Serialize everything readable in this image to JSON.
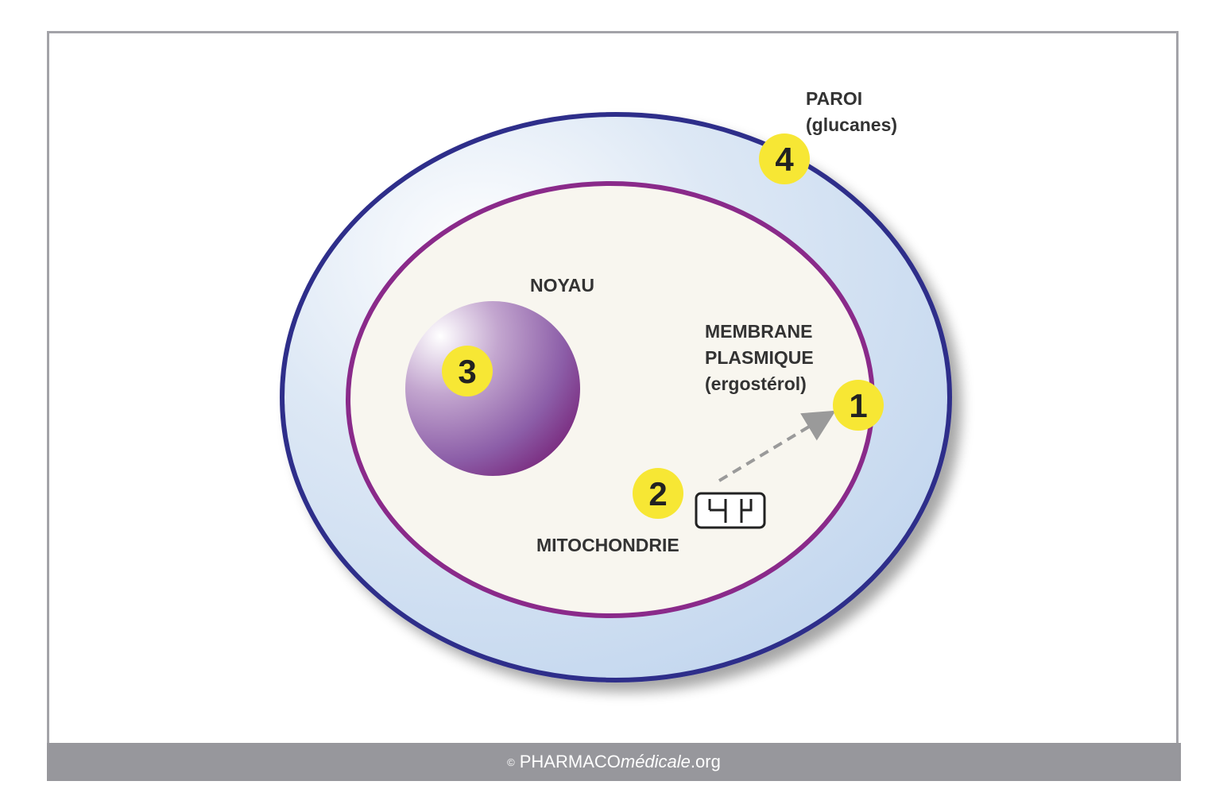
{
  "labels": {
    "paroi": "PAROI",
    "paroi_sub": "(glucanes)",
    "noyau": "NOYAU",
    "membrane_1": "MEMBRANE",
    "membrane_2": "PLASMIQUE",
    "membrane_3": "(ergostérol)",
    "mitochondrie": "MITOCHONDRIE"
  },
  "badges": {
    "b1": "1",
    "b2": "2",
    "b3": "3",
    "b4": "4"
  },
  "footer": {
    "copyright": "©",
    "brand": "PHARMACO",
    "brand_italic": "médicale",
    "suffix": ".org"
  },
  "colors": {
    "wall_stroke": "#2e2f8a",
    "wall_fill": "#d3e2f2",
    "membrane_stroke": "#8a2a8a",
    "cytoplasm": "#f8f6ef",
    "badge": "#f7e734",
    "footer": "#97979c"
  }
}
